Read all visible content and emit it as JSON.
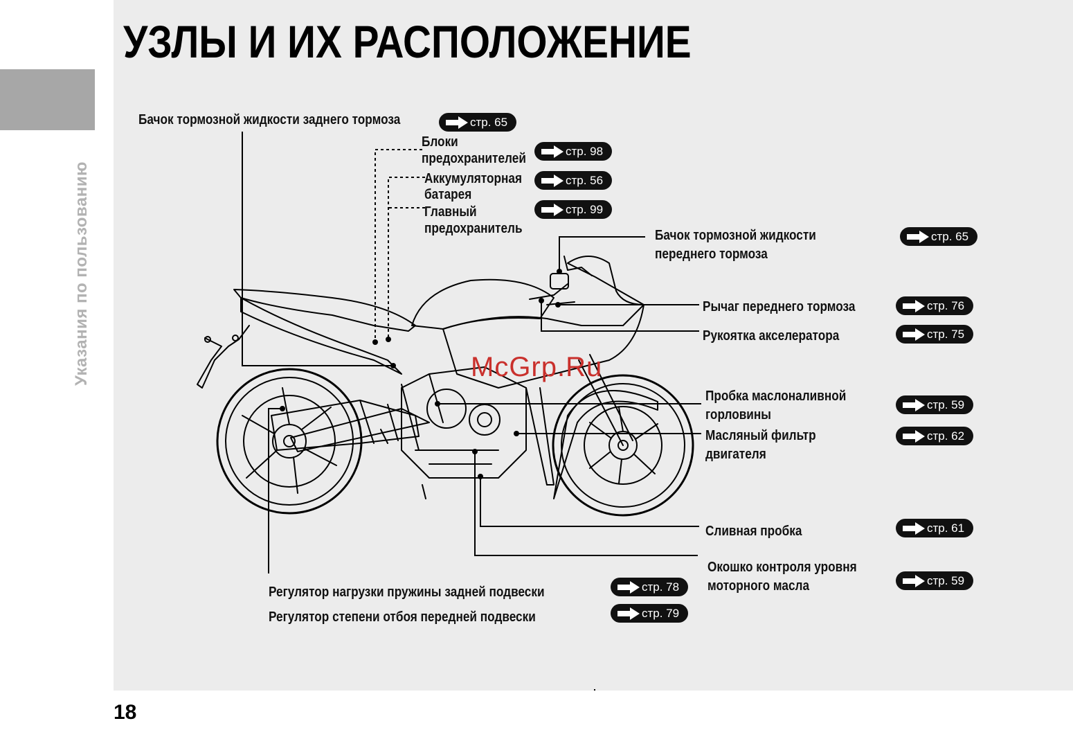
{
  "sidebar": {
    "section_text": "Указания по пользованию"
  },
  "page": {
    "title": "УЗЛЫ И ИХ РАСПОЛОЖЕНИЕ",
    "number": "18"
  },
  "labels": {
    "rear_brake_reservoir": "Бачок тормозной жидкости заднего тормоза",
    "fuse_boxes_1": "Блоки",
    "fuse_boxes_2": "предохранителей",
    "battery_1": "Аккумуляторная",
    "battery_2": "батарея",
    "main_fuse_1": "Главный",
    "main_fuse_2": "предохранитель",
    "front_brake_reservoir_1": "Бачок тормозной жидкости",
    "front_brake_reservoir_2": "переднего тормоза",
    "front_brake_lever": "Рычаг переднего тормоза",
    "throttle_grip": "Рукоятка акселератора",
    "oil_filler_cap_1": "Пробка маслоналивной",
    "oil_filler_cap_2": "горловины",
    "oil_filter_1": "Масляный фильтр",
    "oil_filter_2": "двигателя",
    "drain_bolt": "Сливная пробка",
    "oil_level_window_1": "Окошко контроля уровня",
    "oil_level_window_2": "моторного масла",
    "rear_spring_preload": "Регулятор нагрузки пружины задней подвески",
    "front_rebound_damping": "Регулятор степени отбоя передней подвески"
  },
  "refs": {
    "rear_brake_reservoir": "стр. 65",
    "fuse_boxes": "стр. 98",
    "battery": "стр. 56",
    "main_fuse": "стр. 99",
    "front_brake_reservoir": "стр. 65",
    "front_brake_lever": "стр. 76",
    "throttle_grip": "стр. 75",
    "oil_filler_cap": "стр. 59",
    "oil_filter": "стр. 62",
    "drain_bolt": "стр. 61",
    "oil_level_window": "стр. 59",
    "rear_spring_preload": "стр. 78",
    "front_rebound_damping": "стр. 79"
  },
  "watermark": "McGrp.Ru",
  "colors": {
    "panel": "#ececec",
    "side_tab": "#a7a7a7",
    "side_text": "#b2b2b2",
    "ink": "#111111",
    "watermark": "#c9302c"
  },
  "icons": {
    "page_reference": "arrow-right-icon"
  }
}
